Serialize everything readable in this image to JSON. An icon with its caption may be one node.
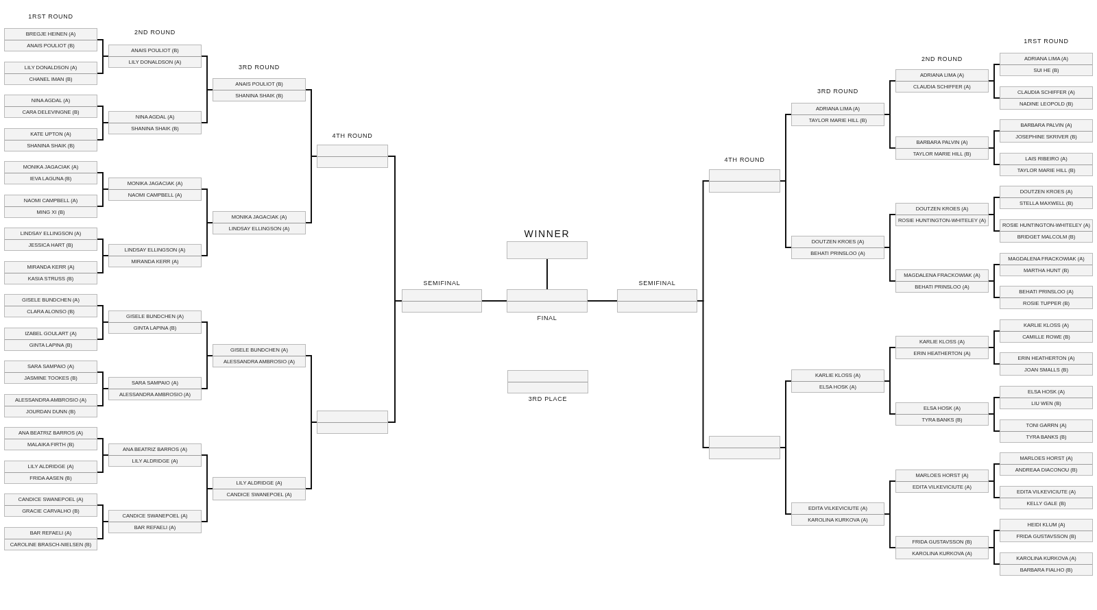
{
  "diagram": {
    "nodes": [
      {
        "text": [
          "BREGJE HEINEN (A)",
          "ANAIS POULIOT (B)"
        ]
      },
      {
        "text": [
          "LILY DONALDSON (A)",
          "CHANEL IMAN (B)"
        ]
      },
      {
        "text": [
          "NINA AGDAL (A)",
          "CARA DELEVINGNE (B)"
        ]
      },
      {
        "text": [
          "KATE UPTON (A)",
          "SHANINA SHAIK (B)"
        ]
      },
      {
        "text": [
          "MONIKA JAGACIAK (A)",
          "IEVA LAGUNA (B)"
        ]
      },
      {
        "text": [
          "NAOMI CAMPBELL (A)",
          "MING XI (B)"
        ]
      },
      {
        "text": [
          "LINDSAY ELLINGSON (A)",
          "JESSICA HART (B)"
        ]
      },
      {
        "text": [
          "MIRANDA KERR (A)",
          "KASIA STRUSS (B)"
        ]
      },
      {
        "text": [
          "GISELE BUNDCHEN (A)",
          "CLARA ALONSO (B)"
        ]
      },
      {
        "text": [
          "IZABEL GOULART (A)",
          "GINTA LAPINA (B)"
        ]
      },
      {
        "text": [
          "SARA SAMPAIO (A)",
          "JASMINE TOOKES (B)"
        ]
      },
      {
        "text": [
          "ALESSANDRA AMBROSIO (A)",
          "JOURDAN DUNN (B)"
        ]
      },
      {
        "text": [
          "ANA BEATRIZ BARROS (A)",
          "MALAIKA FIRTH (B)"
        ]
      },
      {
        "text": [
          "LILY ALDRIDGE (A)",
          "FRIDA AASEN (B)"
        ]
      },
      {
        "text": [
          "CANDICE SWANEPOEL (A)",
          "GRACIE CARVALHO (B)"
        ]
      },
      {
        "text": [
          "BAR REFAELI (A)",
          "CAROLINE BRASCH-NIELSEN (B)"
        ]
      },
      {
        "text": [
          "ANAIS POULIOT (B)",
          "LILY DONALDSON (A)"
        ]
      },
      {
        "text": [
          "NINA AGDAL (A)",
          "SHANINA SHAIK (B)"
        ]
      },
      {
        "text": [
          "MONIKA JAGACIAK (A)",
          "NAOMI CAMPBELL (A)"
        ]
      },
      {
        "text": [
          "LINDSAY ELLINGSON (A)",
          "MIRANDA KERR (A)"
        ]
      },
      {
        "text": [
          "GISELE BUNDCHEN (A)",
          "GINTA LAPINA (B)"
        ]
      },
      {
        "text": [
          "SARA SAMPAIO (A)",
          "ALESSANDRA AMBROSIO (A)"
        ]
      },
      {
        "text": [
          "ANA BEATRIZ BARROS (A)",
          "LILY ALDRIDGE (A)"
        ]
      },
      {
        "text": [
          "CANDICE SWANEPOEL (A)",
          "BAR REFAELI (A)"
        ]
      },
      {
        "text": [
          "ANAIS POULIOT (B)",
          "SHANINA SHAIK (B)"
        ]
      },
      {
        "text": [
          "MONIKA JAGACIAK (A)",
          "LINDSAY ELLINGSON (A)"
        ]
      },
      {
        "text": [
          "GISELE BUNDCHEN (A)",
          "ALESSANDRA AMBROSIO (A)"
        ]
      },
      {
        "text": [
          "LILY ALDRIDGE (A)",
          "CANDICE SWANEPOEL (A)"
        ]
      },
      {
        "text": [],
        "shape": "box"
      },
      {
        "text": [],
        "shape": "box"
      },
      {
        "text": [],
        "shape": "box",
        "beside": [
          "SEMIFINAL"
        ]
      },
      {
        "text": [],
        "shape": "box",
        "beside": [
          "WINNER"
        ]
      },
      {
        "text": [],
        "shape": "box",
        "beside": [
          "FINAL"
        ]
      },
      {
        "text": [],
        "shape": "box",
        "beside": [
          "3RD PLACE"
        ]
      },
      {
        "text": [],
        "shape": "box",
        "beside": [
          "SEMIFINAL"
        ]
      },
      {
        "text": [],
        "shape": "box"
      },
      {
        "text": [],
        "shape": "box"
      },
      {
        "text": [
          "ADRIANA LIMA (A)",
          "TAYLOR MARIE HILL (B)"
        ]
      },
      {
        "text": [
          "DOUTZEN KROES (A)",
          "BEHATI PRINSLOO (A)"
        ]
      },
      {
        "text": [
          "KARLIE KLOSS (A)",
          "ELSA HOSK (A)"
        ]
      },
      {
        "text": [
          "EDITA VILKEVICIUTE (A)",
          "KAROLINA KURKOVA (A)"
        ]
      },
      {
        "text": [
          "ADRIANA LIMA (A)",
          "CLAUDIA SCHIFFER (A)"
        ]
      },
      {
        "text": [
          "BARBARA PALVIN (A)",
          "TAYLOR MARIE HILL (B)"
        ]
      },
      {
        "text": [
          "DOUTZEN KROES (A)",
          "ROSIE HUNTINGTON-WHITELEY (A)"
        ]
      },
      {
        "text": [
          "MAGDALENA FRACKOWIAK (A)",
          "BEHATI PRINSLOO (A)"
        ]
      },
      {
        "text": [
          "KARLIE KLOSS (A)",
          "ERIN HEATHERTON (A)"
        ]
      },
      {
        "text": [
          "ELSA HOSK (A)",
          "TYRA BANKS (B)"
        ]
      },
      {
        "text": [
          "MARLOES HORST (A)",
          "EDITA VILKEVICIUTE (A)"
        ]
      },
      {
        "text": [
          "FRIDA GUSTAVSSON (B)",
          "KAROLINA KURKOVA (A)"
        ]
      },
      {
        "text": [
          "ADRIANA LIMA (A)",
          "SUI HE (B)"
        ]
      },
      {
        "text": [
          "CLAUDIA SCHIFFER (A)",
          "NADINE LEOPOLD (B)"
        ]
      },
      {
        "text": [
          "BARBARA PALVIN (A)",
          "JOSEPHINE SKRIVER (B)"
        ]
      },
      {
        "text": [
          "LAIS RIBEIRO (A)",
          "TAYLOR MARIE HILL (B)"
        ]
      },
      {
        "text": [
          "DOUTZEN KROES (A)",
          "STELLA MAXWELL (B)"
        ]
      },
      {
        "text": [
          "ROSIE HUNTINGTON-WHITELEY (A)",
          "BRIDGET MALCOLM (B)"
        ]
      },
      {
        "text": [
          "MAGDALENA FRACKOWIAK (A)",
          "MARTHA HUNT (B)"
        ]
      },
      {
        "text": [
          "BEHATI PRINSLOO (A)",
          "ROSIE TUPPER (B)"
        ]
      },
      {
        "text": [
          "KARLIE KLOSS (A)",
          "CAMILLE ROWE (B)"
        ]
      },
      {
        "text": [
          "ERIN HEATHERTON (A)",
          "JOAN SMALLS (B)"
        ]
      },
      {
        "text": [
          "ELSA HOSK (A)",
          "LIU WEN (B)"
        ]
      },
      {
        "text": [
          "TONI GARRN (A)",
          "TYRA BANKS (B)"
        ]
      },
      {
        "text": [
          "MARLOES HORST (A)",
          "ANDREAA DIACONOU (B)"
        ]
      },
      {
        "text": [
          "EDITA VILKEVICIUTE (A)",
          "KELLY GALE (B)"
        ]
      },
      {
        "text": [
          "HEIDI KLUM (A)",
          "FRIDA GUSTAVSSON (B)"
        ]
      },
      {
        "text": [
          "KAROLINA KURKOVA (A)",
          "BARBARA FIALHO (B)"
        ]
      }
    ],
    "edges": [
      {
        "from": 0,
        "to": 16,
        "arrow": "none"
      },
      {
        "from": 1,
        "to": 16,
        "arrow": "none"
      },
      {
        "from": 2,
        "to": 17,
        "arrow": "none"
      },
      {
        "from": 3,
        "to": 17,
        "arrow": "none"
      },
      {
        "from": 4,
        "to": 18,
        "arrow": "none"
      },
      {
        "from": 5,
        "to": 18,
        "arrow": "none"
      },
      {
        "from": 6,
        "to": 19,
        "arrow": "none"
      },
      {
        "from": 7,
        "to": 19,
        "arrow": "none"
      },
      {
        "from": 8,
        "to": 20,
        "arrow": "none"
      },
      {
        "from": 9,
        "to": 20,
        "arrow": "none"
      },
      {
        "from": 10,
        "to": 21,
        "arrow": "none"
      },
      {
        "from": 11,
        "to": 21,
        "arrow": "none"
      },
      {
        "from": 12,
        "to": 22,
        "arrow": "none"
      },
      {
        "from": 13,
        "to": 22,
        "arrow": "none"
      },
      {
        "from": 14,
        "to": 23,
        "arrow": "none"
      },
      {
        "from": 15,
        "to": 23,
        "arrow": "none"
      },
      {
        "from": 16,
        "to": 24,
        "arrow": "none"
      },
      {
        "from": 17,
        "to": 24,
        "arrow": "none"
      },
      {
        "from": 18,
        "to": 25,
        "arrow": "none"
      },
      {
        "from": 19,
        "to": 25,
        "arrow": "none"
      },
      {
        "from": 20,
        "to": 26,
        "arrow": "none"
      },
      {
        "from": 21,
        "to": 26,
        "arrow": "none"
      },
      {
        "from": 22,
        "to": 27,
        "arrow": "none"
      },
      {
        "from": 23,
        "to": 27,
        "arrow": "none"
      },
      {
        "from": 24,
        "to": 28,
        "arrow": "none"
      },
      {
        "from": 25,
        "to": 28,
        "arrow": "none"
      },
      {
        "from": 26,
        "to": 29,
        "arrow": "none"
      },
      {
        "from": 27,
        "to": 29,
        "arrow": "none"
      },
      {
        "from": 28,
        "to": 30,
        "arrow": "none"
      },
      {
        "from": 29,
        "to": 30,
        "arrow": "none"
      },
      {
        "from": 30,
        "to": 32,
        "arrow": "none"
      },
      {
        "from": 32,
        "to": 31,
        "arrow": "none"
      },
      {
        "from": 34,
        "to": 32,
        "arrow": "none"
      },
      {
        "from": 35,
        "to": 34,
        "arrow": "none"
      },
      {
        "from": 36,
        "to": 34,
        "arrow": "none"
      },
      {
        "from": 37,
        "to": 35,
        "arrow": "none"
      },
      {
        "from": 38,
        "to": 35,
        "arrow": "none"
      },
      {
        "from": 39,
        "to": 36,
        "arrow": "none"
      },
      {
        "from": 40,
        "to": 36,
        "arrow": "none"
      },
      {
        "from": 41,
        "to": 37,
        "arrow": "none"
      },
      {
        "from": 42,
        "to": 37,
        "arrow": "none"
      },
      {
        "from": 43,
        "to": 38,
        "arrow": "none"
      },
      {
        "from": 44,
        "to": 38,
        "arrow": "none"
      },
      {
        "from": 45,
        "to": 39,
        "arrow": "none"
      },
      {
        "from": 46,
        "to": 39,
        "arrow": "none"
      },
      {
        "from": 47,
        "to": 40,
        "arrow": "none"
      },
      {
        "from": 48,
        "to": 40,
        "arrow": "none"
      },
      {
        "from": 49,
        "to": 41,
        "arrow": "none"
      },
      {
        "from": 50,
        "to": 41,
        "arrow": "none"
      },
      {
        "from": 51,
        "to": 42,
        "arrow": "none"
      },
      {
        "from": 52,
        "to": 42,
        "arrow": "none"
      },
      {
        "from": 53,
        "to": 43,
        "arrow": "none"
      },
      {
        "from": 54,
        "to": 43,
        "arrow": "none"
      },
      {
        "from": 55,
        "to": 44,
        "arrow": "none"
      },
      {
        "from": 56,
        "to": 44,
        "arrow": "none"
      },
      {
        "from": 57,
        "to": 45,
        "arrow": "none"
      },
      {
        "from": 58,
        "to": 45,
        "arrow": "none"
      },
      {
        "from": 59,
        "to": 46,
        "arrow": "none"
      },
      {
        "from": 60,
        "to": 46,
        "arrow": "none"
      },
      {
        "from": 61,
        "to": 47,
        "arrow": "none"
      },
      {
        "from": 62,
        "to": 47,
        "arrow": "none"
      },
      {
        "from": 63,
        "to": 48,
        "arrow": "none"
      },
      {
        "from": 64,
        "to": 48,
        "arrow": "none"
      }
    ],
    "labels": [
      "1RST ROUND",
      "2ND ROUND",
      "3RD ROUND",
      "4TH ROUND",
      "4TH ROUND",
      "3RD ROUND",
      "2ND ROUND",
      "1RST ROUND"
    ]
  }
}
